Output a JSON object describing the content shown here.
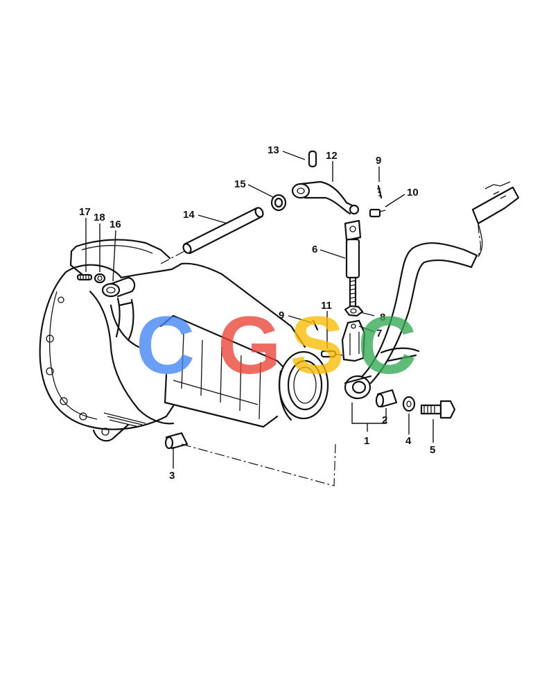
{
  "callouts": {
    "c1": "1",
    "c2": "2",
    "c3": "3",
    "c4": "4",
    "c5": "5",
    "c6": "6",
    "c7": "7",
    "c8": "8",
    "c9a": "9",
    "c9b": "9",
    "c10": "10",
    "c11": "11",
    "c12": "12",
    "c13": "13",
    "c14": "14",
    "c15": "15",
    "c16": "16",
    "c17": "17",
    "c18": "18"
  },
  "watermark": {
    "text": "CGSC",
    "colors": [
      "#4285f4",
      "#ea4335",
      "#fbbc05",
      "#34a853"
    ]
  }
}
